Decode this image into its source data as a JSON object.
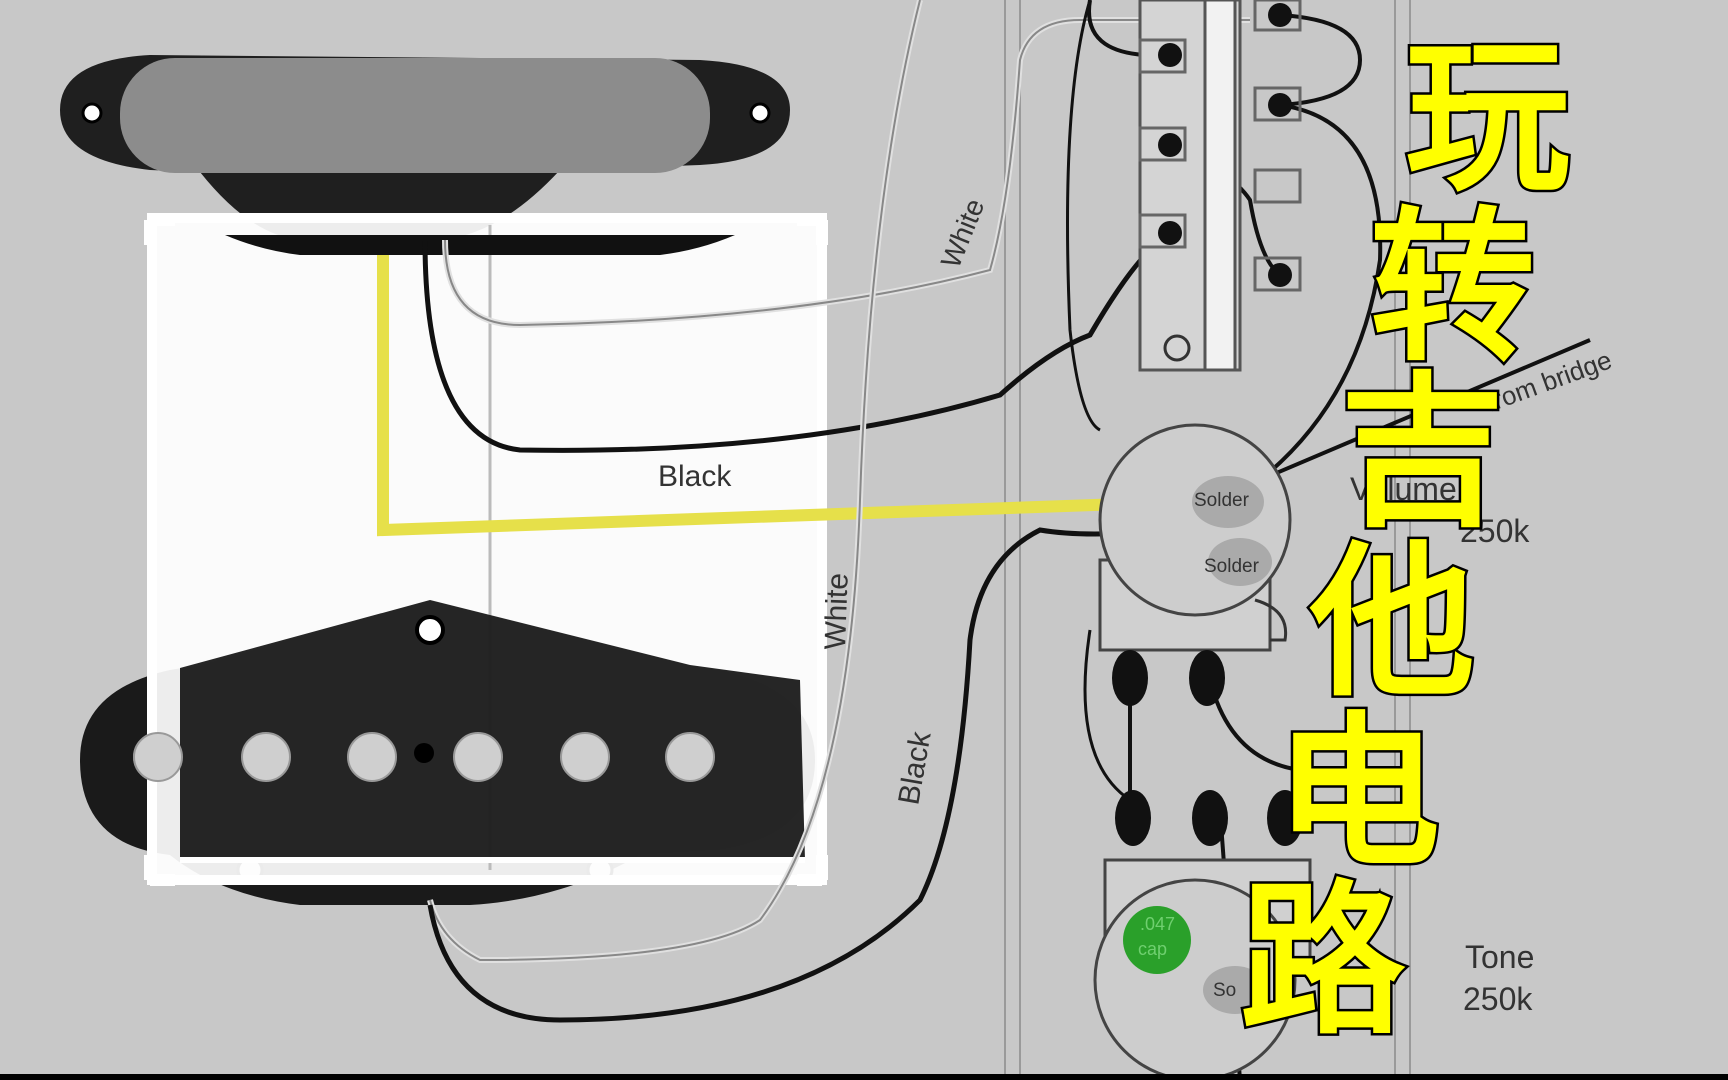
{
  "wire_labels": {
    "white_top": "White",
    "white_mid": "White",
    "black_mid": "Black",
    "black_lower": "Black",
    "from_bridge": "from bridge"
  },
  "component_labels": {
    "solder_1": "Solder",
    "solder_2": "Solder",
    "solder_3": "So",
    "volume_name": "Volume",
    "volume_value": "250k",
    "tone_name": "Tone",
    "tone_value": "250k",
    "cap_line1": ".047",
    "cap_line2": "cap"
  },
  "overlay_title": [
    "玩",
    "转",
    "吉",
    "他",
    "电",
    "路"
  ],
  "colors": {
    "background": "#c8c8c8",
    "pickup_body": "#1f1f1f",
    "pickup_cover": "#8c8c8c",
    "yellow_wire": "#e6e04a",
    "title_fill": "#ffff00",
    "cap_green": "#2aa02a"
  }
}
